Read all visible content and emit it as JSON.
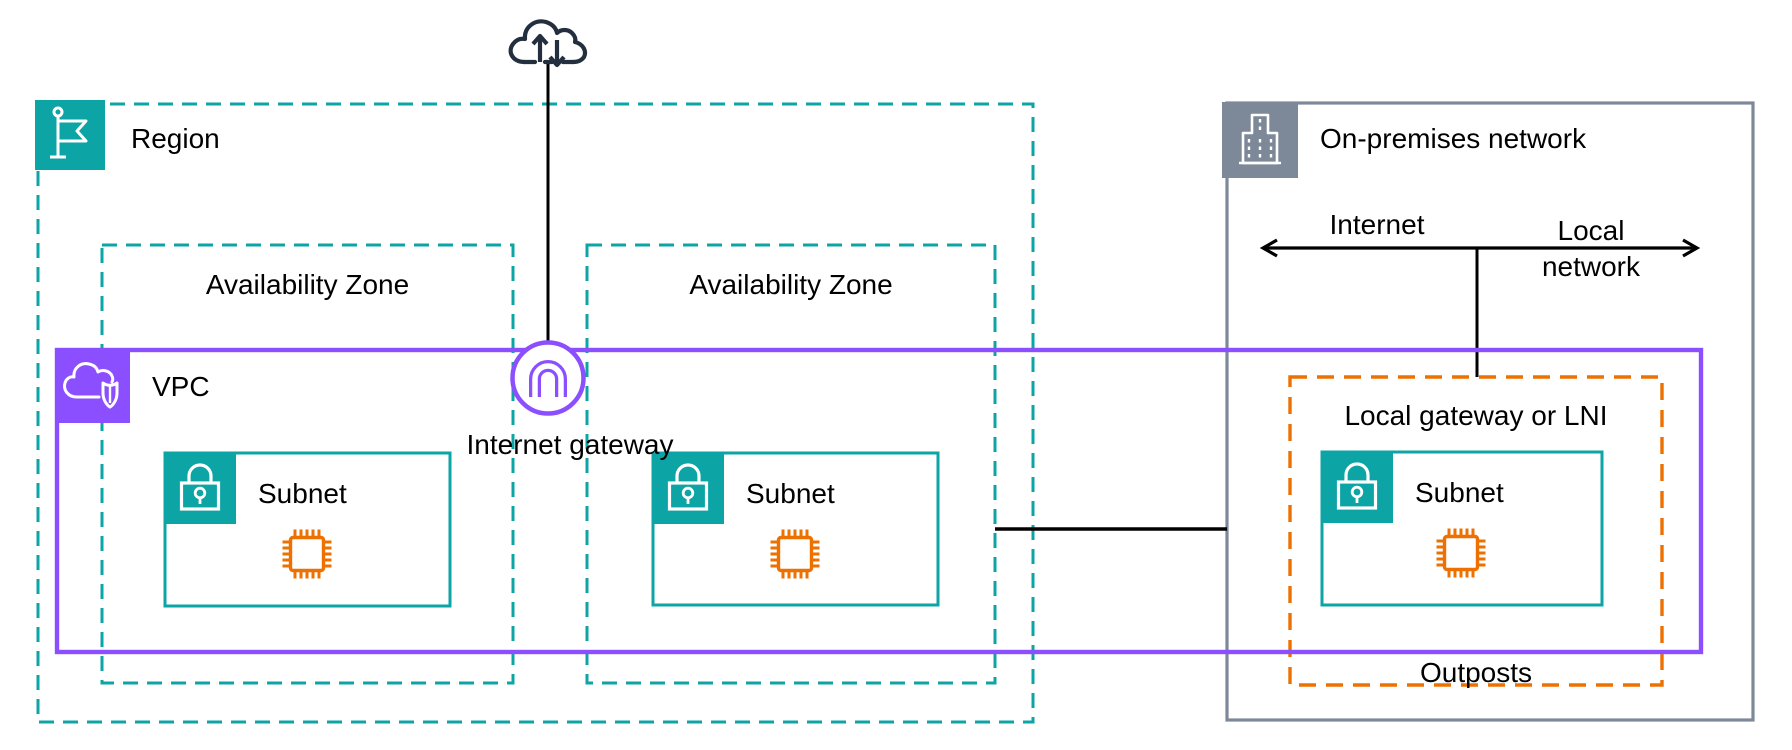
{
  "colors": {
    "teal": "#0CA4A4",
    "purple": "#8C4FFF",
    "orange": "#ED7100",
    "gray": "#7D8998",
    "dark_navy": "#232F3E",
    "line": "#000000"
  },
  "region": {
    "label": "Region"
  },
  "availability_zones": [
    {
      "label": "Availability Zone"
    },
    {
      "label": "Availability Zone"
    }
  ],
  "vpc": {
    "label": "VPC"
  },
  "internet_gateway": {
    "label": "Internet gateway"
  },
  "subnets": [
    {
      "label": "Subnet"
    },
    {
      "label": "Subnet"
    },
    {
      "label": "Subnet"
    }
  ],
  "on_premises": {
    "label": "On-premises network",
    "arrow_left_label": "Internet",
    "arrow_right_label": "Local network"
  },
  "outposts": {
    "label": "Outposts",
    "gateway_label": "Local gateway or LNI"
  },
  "icons": {
    "internet_cloud": "cloud-with-up-down-arrows-icon",
    "region": "flag-icon",
    "vpc": "cloud-with-shield-icon",
    "internet_gateway": "gateway-arch-icon",
    "subnet": "padlock-icon",
    "instance": "processor-chip-icon",
    "on_premises": "office-building-icon"
  }
}
